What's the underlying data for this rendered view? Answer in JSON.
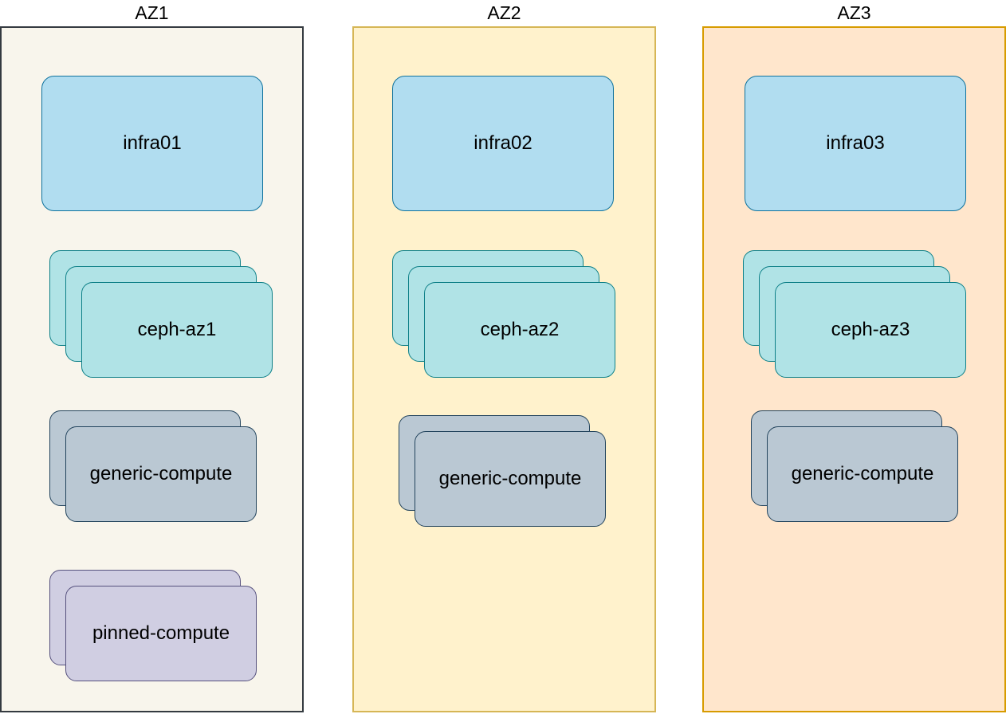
{
  "diagram_title": "",
  "zones": [
    {
      "label": "AZ1",
      "fill": "#F8F5EC",
      "stroke": "#343A40",
      "nodes": [
        {
          "label": "infra01",
          "type": "infra",
          "instances": 1
        },
        {
          "label": "ceph-az1",
          "type": "ceph",
          "instances": 3
        },
        {
          "label": "generic-compute",
          "type": "generic-compute",
          "instances": 2
        },
        {
          "label": "pinned-compute",
          "type": "pinned-compute",
          "instances": 2
        }
      ]
    },
    {
      "label": "AZ2",
      "fill": "#FFF2CC",
      "stroke": "#D6B656",
      "nodes": [
        {
          "label": "infra02",
          "type": "infra",
          "instances": 1
        },
        {
          "label": "ceph-az2",
          "type": "ceph",
          "instances": 3
        },
        {
          "label": "generic-compute",
          "type": "generic-compute",
          "instances": 2
        }
      ]
    },
    {
      "label": "AZ3",
      "fill": "#FFE6CC",
      "stroke": "#D79B00",
      "nodes": [
        {
          "label": "infra03",
          "type": "infra",
          "instances": 1
        },
        {
          "label": "ceph-az3",
          "type": "ceph",
          "instances": 3
        },
        {
          "label": "generic-compute",
          "type": "generic-compute",
          "instances": 2
        }
      ]
    }
  ],
  "node_styles": {
    "infra": {
      "fill": "#B1DDF0",
      "stroke": "#10739E"
    },
    "ceph": {
      "fill": "#B0E3E6",
      "stroke": "#0E8088"
    },
    "generic-compute": {
      "fill": "#BAC8D3",
      "stroke": "#23445D"
    },
    "pinned-compute": {
      "fill": "#D0CEE2",
      "stroke": "#56517E"
    }
  }
}
